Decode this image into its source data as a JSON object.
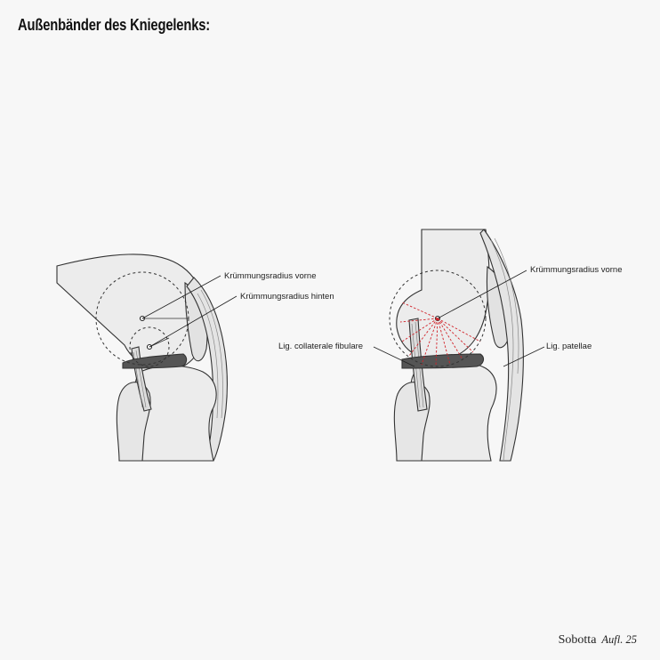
{
  "title": "Außenbänder des Kniegelenks:",
  "left_figure": {
    "label_front_radius": "Krümmungsradius vorne",
    "label_back_radius": "Krümmungsradius hinten"
  },
  "right_figure": {
    "label_front_radius": "Krümmungsradius vorne",
    "label_collateral": "Lig. collaterale fibulare",
    "label_patellar": "Lig. patellae",
    "radius_line_color": "#d2232a"
  },
  "credit": {
    "publisher": "Sobotta",
    "edition": "Aufl. 25"
  }
}
